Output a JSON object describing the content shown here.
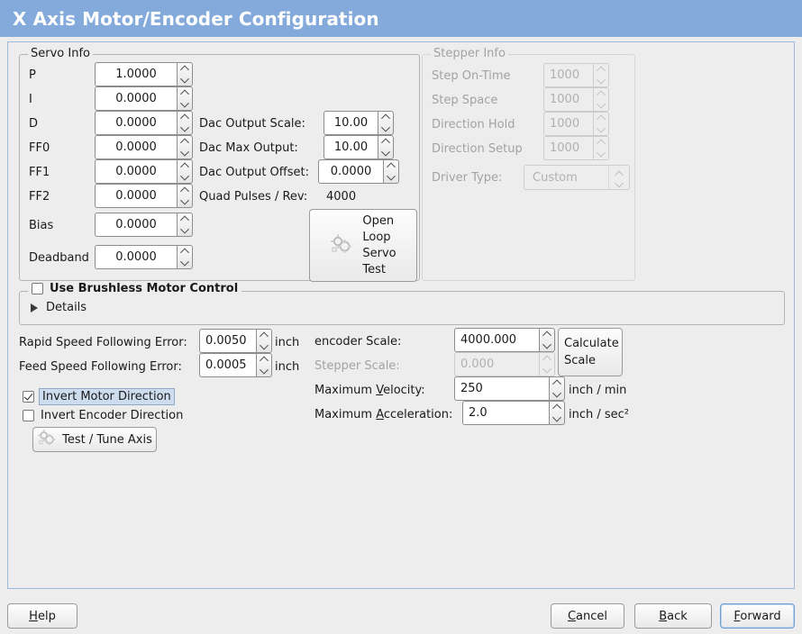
{
  "window": {
    "title": "X Axis Motor/Encoder Configuration",
    "accent_color": "#84aadc",
    "panel_bg": "#ededed"
  },
  "servo_info": {
    "legend": "Servo Info",
    "fields": [
      {
        "label": "P",
        "value": "1.0000"
      },
      {
        "label": "I",
        "value": "0.0000"
      },
      {
        "label": "D",
        "value": "0.0000"
      },
      {
        "label": "FF0",
        "value": "0.0000"
      },
      {
        "label": "FF1",
        "value": "0.0000"
      },
      {
        "label": "FF2",
        "value": "0.0000"
      },
      {
        "label": "Bias",
        "value": "0.0000"
      },
      {
        "label": "Deadband",
        "value": "0.0000"
      }
    ],
    "dac": [
      {
        "label": "Dac Output Scale:",
        "value": "10.00"
      },
      {
        "label": "Dac Max Output:",
        "value": "10.00"
      },
      {
        "label": "Dac Output Offset:",
        "value": "0.0000"
      }
    ],
    "quad_pulses_label": "Quad Pulses / Rev:",
    "quad_pulses_value": "4000",
    "open_loop_button": "Open\nLoop\nServo\nTest",
    "open_loop_lines": [
      "Open",
      "Loop",
      "Servo",
      "Test"
    ]
  },
  "stepper_info": {
    "legend": "Stepper Info",
    "enabled": false,
    "fields": [
      {
        "label": "Step On-Time",
        "value": "1000"
      },
      {
        "label": "Step Space",
        "value": "1000"
      },
      {
        "label": "Direction Hold",
        "value": "1000"
      },
      {
        "label": "Direction Setup",
        "value": "1000"
      }
    ],
    "driver_type_label": "Driver Type:",
    "driver_type_value": "Custom"
  },
  "brushless": {
    "checkbox_label": "Use Brushless Motor Control",
    "checked": false,
    "details_label": "Details",
    "details_expanded": false
  },
  "tuning": {
    "rapid_label": "Rapid Speed Following Error:",
    "rapid_value": "0.0050",
    "rapid_unit": "inch",
    "feed_label": "Feed Speed Following Error:",
    "feed_value": "0.0005",
    "feed_unit": "inch",
    "invert_motor_label": "Invert Motor Direction",
    "invert_motor_checked": true,
    "invert_encoder_label": "Invert Encoder Direction",
    "invert_encoder_checked": false,
    "test_tune_button": "Test / Tune Axis"
  },
  "scales": {
    "encoder_label": "encoder Scale:",
    "encoder_value": "4000.000",
    "stepper_label": "Stepper Scale:",
    "stepper_value": "0.000",
    "stepper_enabled": false,
    "calculate_button_lines": [
      "Calculate",
      "Scale"
    ],
    "max_velocity_label_pre": "Maximum ",
    "max_velocity_label_mn": "V",
    "max_velocity_label_post": "elocity:",
    "max_velocity_value": "250",
    "max_velocity_unit": "inch / min",
    "max_accel_label_pre": "Maximum ",
    "max_accel_label_mn": "A",
    "max_accel_label_post": "cceleration:",
    "max_accel_value": "2.0",
    "max_accel_unit": "inch / sec²"
  },
  "footer": {
    "help_mn": "H",
    "help_rest": "elp",
    "cancel_mn": "C",
    "cancel_rest": "ancel",
    "back_mn": "B",
    "back_rest": "ack",
    "forward_mn": "F",
    "forward_rest": "orward",
    "forward_focused": true
  }
}
